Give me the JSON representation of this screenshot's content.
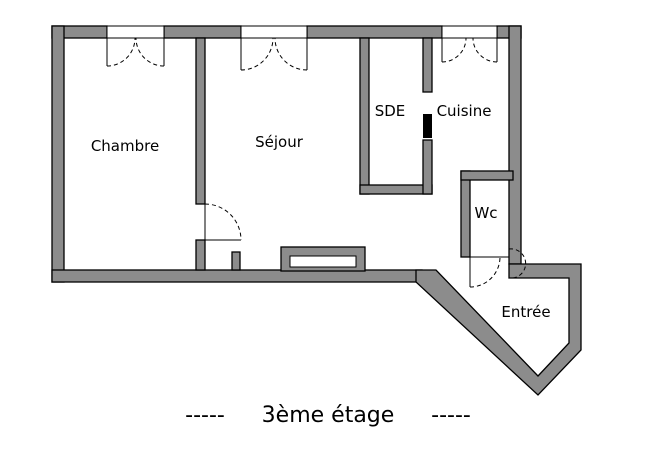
{
  "rooms": {
    "chambre": "Chambre",
    "sejour": "Séjour",
    "sde": "SDE",
    "cuisine": "Cuisine",
    "wc": "Wc",
    "entree": "Entrée"
  },
  "caption": {
    "dashes_left": "-----",
    "floor": "3ème étage",
    "dashes_right": "-----"
  },
  "colors": {
    "wall": "#8c8c8c",
    "outline": "#000000",
    "background": "#ffffff"
  }
}
